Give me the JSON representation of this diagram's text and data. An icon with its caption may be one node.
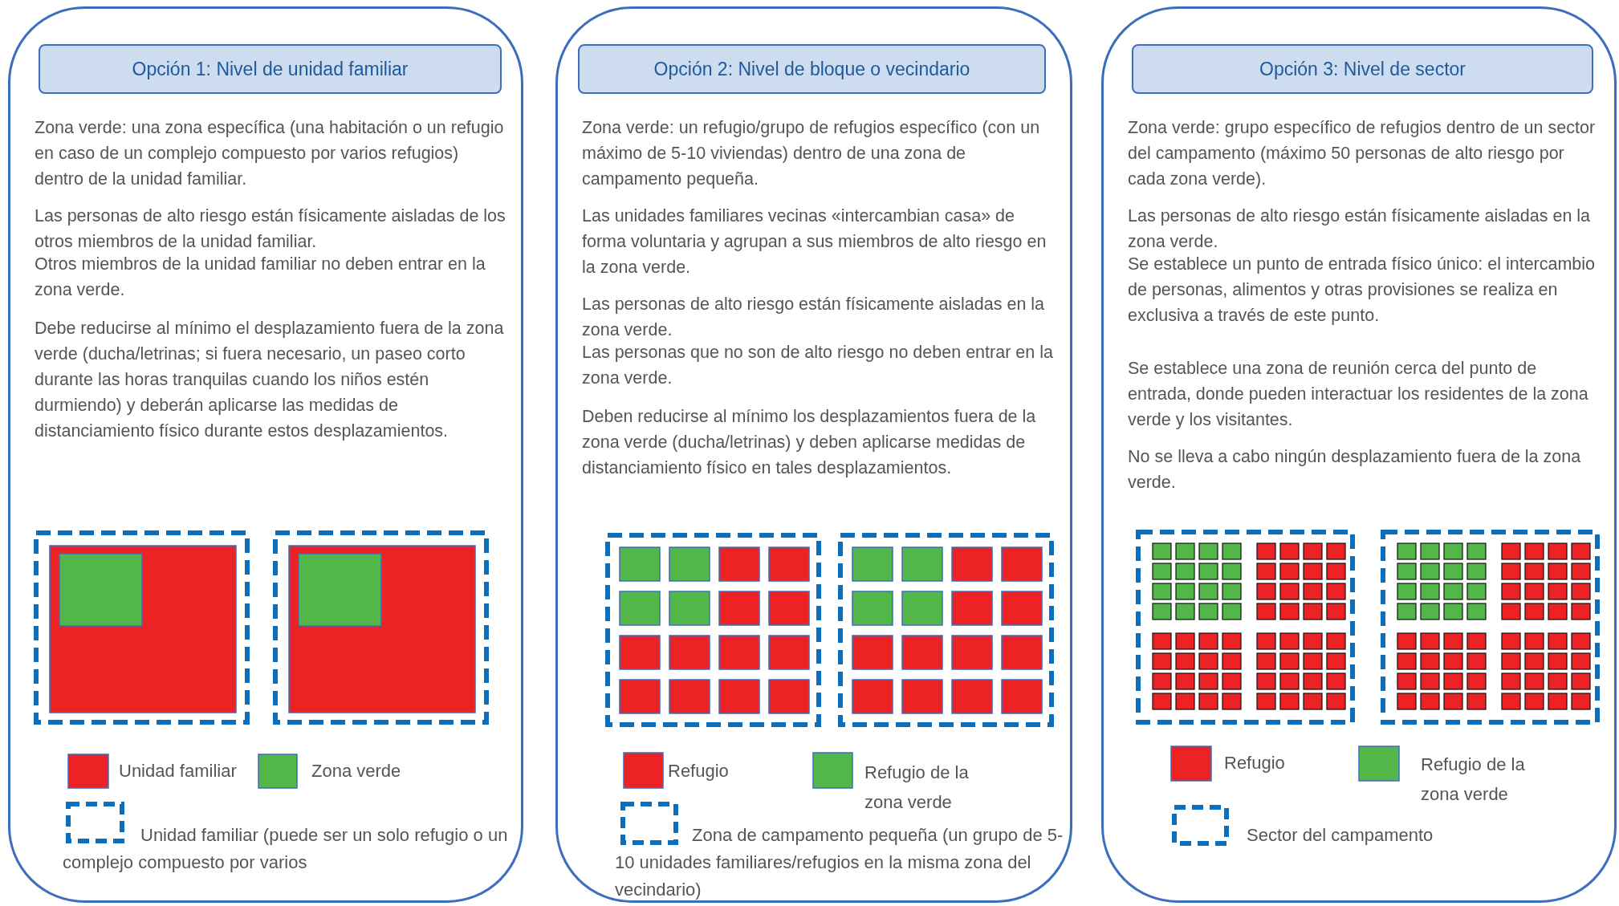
{
  "diagram": {
    "nodes": [
      {
        "text": [
          "Zona verde: una zona específica (una habitación o un refugio en caso de un complejo compuesto por varios refugios) dentro de la unidad familiar.",
          "Las personas de alto riesgo están físicamente aisladas de los otros miembros de la unidad familiar.",
          "Otros miembros de la unidad familiar no deben entrar en la zona verde.",
          "Debe reducirse al mínimo el desplazamiento fuera de la zona verde (ducha/letrinas; si fuera necesario, un paseo corto durante las horas tranquilas cuando los niños estén durmiendo) y deberán aplicarse las medidas de distanciamiento físico durante estos desplazamientos."
        ]
      },
      {
        "text": [
          "Opción 1: Nivel de unidad familiar"
        ],
        "in": 0
      },
      {
        "text": [
          "Zona verde: un refugio/grupo de refugios específico (con un máximo de 5-10 viviendas) dentro de una zona de campamento pequeña.",
          "Las unidades familiares vecinas «intercambian casa» de forma voluntaria y agrupan a sus miembros de alto riesgo en la zona verde.",
          "Las personas de alto riesgo están físicamente aisladas en la zona verde.",
          "Las personas que no son de alto riesgo no deben entrar en la zona verde.",
          "Deben reducirse al mínimo los desplazamientos fuera de la zona verde (ducha/letrinas) y deben aplicarse medidas de distanciamiento físico en tales desplazamientos."
        ]
      },
      {
        "text": [
          "Opción 2: Nivel de bloque o vecindario"
        ],
        "in": 2
      },
      {
        "text": [
          "Zona verde: grupo específico de refugios dentro de un sector del campamento (máximo 50 personas de alto riesgo por cada zona verde).",
          "Las personas de alto riesgo están físicamente aisladas en la zona verde.",
          "Se establece un punto de entrada físico único: el intercambio de personas, alimentos y otras provisiones se realiza en exclusiva a través de este punto.",
          "Se establece una zona de reunión cerca del punto de entrada, donde pueden interactuar los residentes de la zona verde y los visitantes.",
          "No se lleva a cabo ningún desplazamiento fuera de la zona verde."
        ]
      },
      {
        "text": [
          "Opción 3: Nivel de sector"
        ],
        "in": 4
      }
    ],
    "legend": [
      {
        "text": "Unidad familiar",
        "color": "#ed2224"
      },
      {
        "text": "Zona verde",
        "color": "#52b748"
      },
      {
        "text": "Unidad familiar (puede ser un solo refugio o un complejo compuesto por varios"
      },
      {
        "text": "Refugio",
        "color": "#ed2224"
      },
      {
        "text": "Refugio de la zona verde",
        "color": "#52b748"
      },
      {
        "text": "Zona de campamento pequeña (un grupo de 5-10 unidades familiares/refugios en la misma zona del vecindario)"
      },
      {
        "text": "Refugio",
        "color": "#ed2224"
      },
      {
        "text": "Refugio de la zona verde",
        "color": "#52b748"
      },
      {
        "text": "Sector del campamento"
      }
    ]
  }
}
